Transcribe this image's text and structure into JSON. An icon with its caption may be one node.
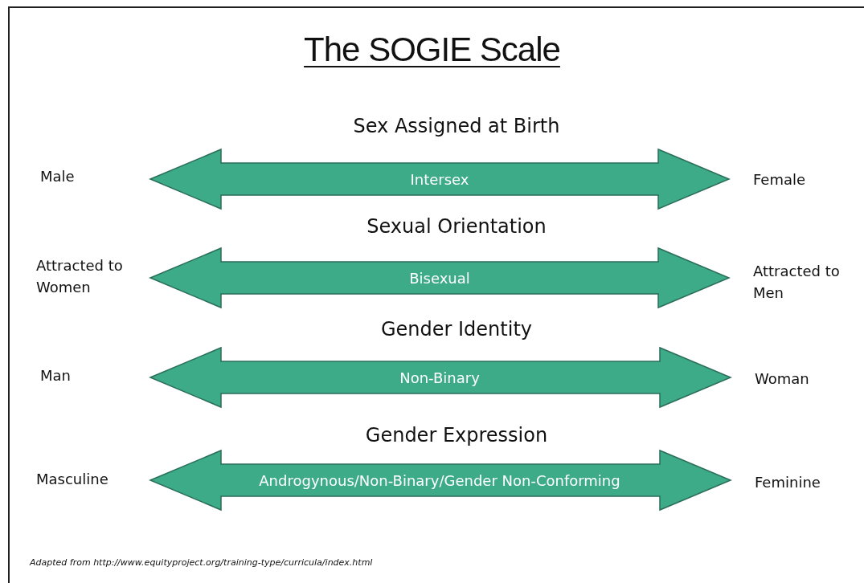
{
  "diagram": {
    "title": "The SOGIE Scale",
    "caption": "Adapted from http://www.equityproject.org/training-type/curricula/index.html",
    "nodes": [
      {
        "text": [
          "Male"
        ]
      },
      {
        "text": [
          "Female"
        ]
      },
      {
        "text": [
          "Attracted to Women"
        ]
      },
      {
        "text": [
          "Attracted to Men"
        ]
      },
      {
        "text": [
          "Man"
        ]
      },
      {
        "text": [
          "Woman"
        ]
      },
      {
        "text": [
          "Masculine"
        ]
      },
      {
        "text": [
          "Feminine"
        ]
      }
    ],
    "edges": [
      {
        "from": 0,
        "to": 1,
        "arrow": "both",
        "label": "Intersex",
        "style": "thick"
      },
      {
        "from": 2,
        "to": 3,
        "arrow": "both",
        "label": "Bisexual",
        "style": "thick"
      },
      {
        "from": 4,
        "to": 5,
        "arrow": "both",
        "label": "Non-Binary",
        "style": "thick"
      },
      {
        "from": 6,
        "to": 7,
        "arrow": "both",
        "label": "Androgynous/Non-Binary/Gender Non-Conforming",
        "style": "thick"
      }
    ],
    "labels": [
      "Sex Assigned at Birth",
      "Sexual Orientation",
      "Gender Identity",
      "Gender Expression"
    ]
  }
}
